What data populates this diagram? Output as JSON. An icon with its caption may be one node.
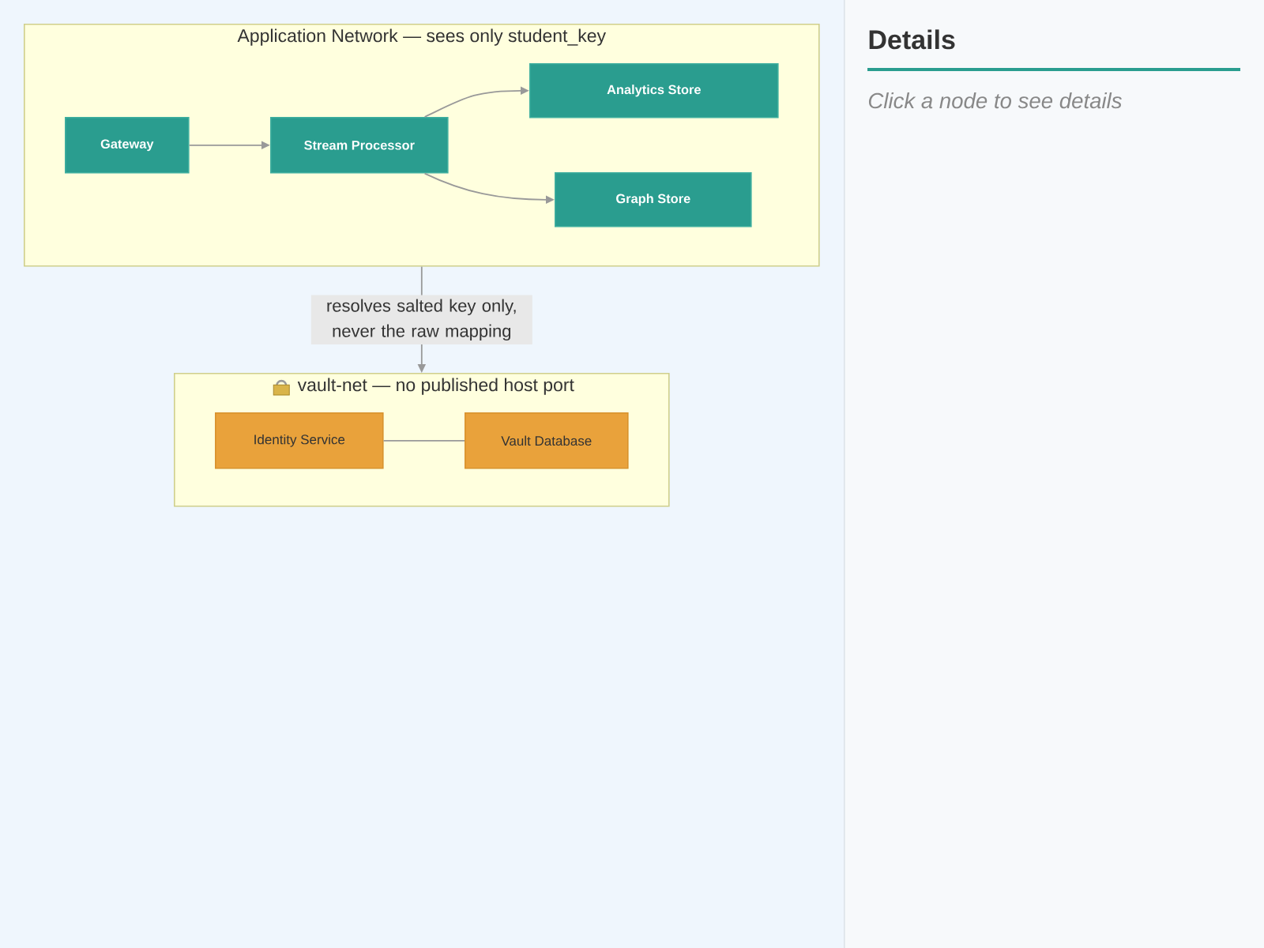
{
  "diagram": {
    "nodes": [
      {
        "text": [
          "Application Network — sees only student_key"
        ]
      },
      {
        "text": [
          "Gateway"
        ],
        "in": 0
      },
      {
        "text": [
          "Stream Processor"
        ],
        "in": 0
      },
      {
        "text": [
          "Analytics Store"
        ],
        "in": 0
      },
      {
        "text": [
          "Graph Store"
        ],
        "in": 0
      },
      {
        "text": [
          "vault-net — no published host port"
        ]
      },
      {
        "text": [
          "Identity Service"
        ],
        "in": 5
      },
      {
        "text": [
          "Vault Database"
        ],
        "in": 5
      }
    ],
    "edges": [
      {
        "from": 1,
        "to": 2,
        "arrow": "to"
      },
      {
        "from": 2,
        "to": 3,
        "arrow": "to"
      },
      {
        "from": 2,
        "to": 4,
        "arrow": "to"
      },
      {
        "from": 0,
        "to": 5,
        "arrow": "to",
        "label": "resolves salted key only, never the raw mapping"
      },
      {
        "from": 6,
        "to": 7,
        "arrow": "none"
      }
    ],
    "labels": [
      "Details",
      "Click a node to see details"
    ]
  }
}
